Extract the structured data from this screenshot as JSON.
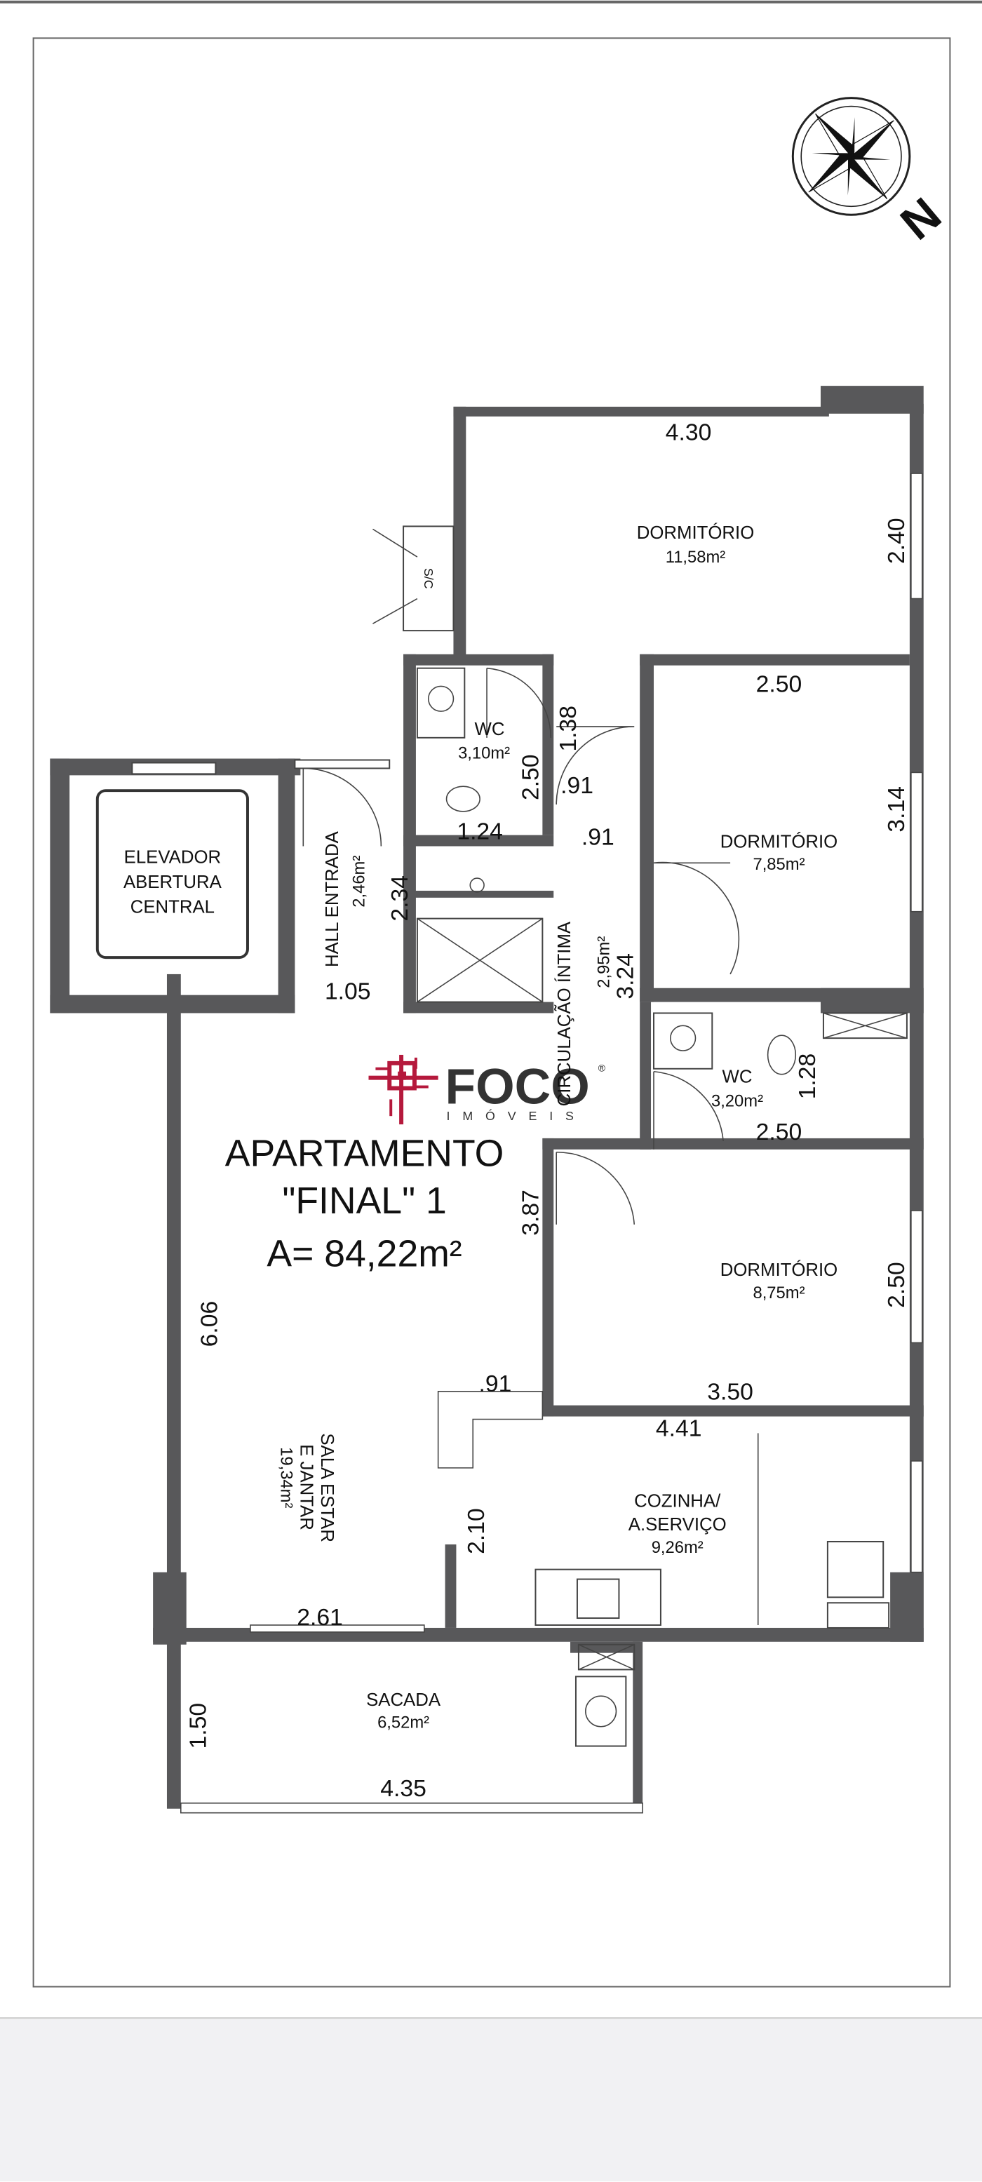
{
  "brand": {
    "name": "FOCO",
    "sub": "IMÓVEIS",
    "mark": "®",
    "color": "#b5193c"
  },
  "title": {
    "line1": "APARTAMENTO",
    "line2": "\"FINAL\" 1",
    "line3": "A= 84,22m²"
  },
  "compass": {
    "north": "N"
  },
  "rooms": {
    "dorm1": {
      "name": "DORMITÓRIO",
      "area": "11,58m²"
    },
    "dorm2": {
      "name": "DORMITÓRIO",
      "area": "7,85m²"
    },
    "dorm3": {
      "name": "DORMITÓRIO",
      "area": "8,75m²"
    },
    "wc1": {
      "name": "WC",
      "area": "3,10m²"
    },
    "wc2": {
      "name": "WC",
      "area": "3,20m²"
    },
    "hall": {
      "name": "HALL ENTRADA",
      "area": "2,46m²"
    },
    "circ": {
      "name": "CIRCULAÇÃO ÍNTIMA",
      "area": "2,95m²"
    },
    "elevator": {
      "l1": "ELEVADOR",
      "l2": "ABERTURA",
      "l3": "CENTRAL"
    },
    "sala": {
      "l1": "SALA ESTAR",
      "l2": "E JANTAR",
      "area": "19,34m²"
    },
    "kitchen": {
      "l1": "COZINHA/",
      "l2": "A.SERVIÇO",
      "area": "9,26m²"
    },
    "sacada": {
      "name": "SACADA",
      "area": "6,52m²"
    },
    "shaft": "S/C"
  },
  "dims": [
    "4.30",
    "2.40",
    "2.50",
    "3.14",
    "1.38",
    ".91",
    "2.50",
    "1.24",
    ".91",
    "2.34",
    "1.05",
    "3.24",
    "1.28",
    "2.50",
    "3.87",
    "2.50",
    "3.50",
    ".91",
    "4.41",
    "6.06",
    "2.10",
    "2.61",
    "1.50",
    "4.35"
  ]
}
